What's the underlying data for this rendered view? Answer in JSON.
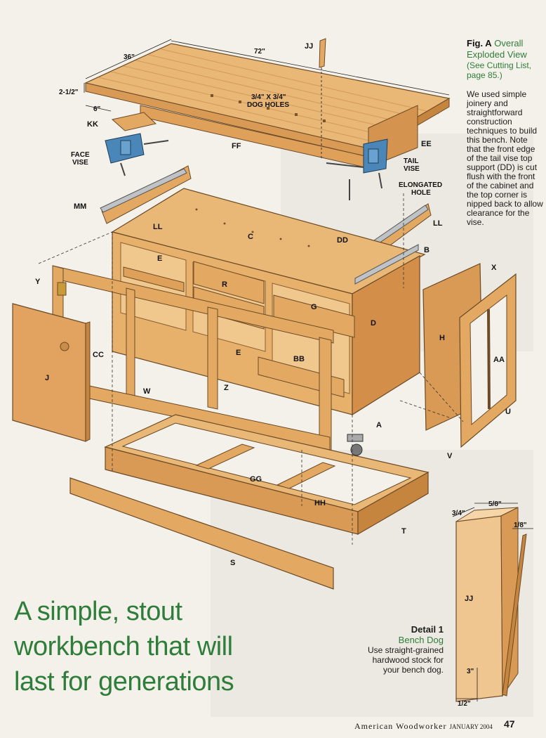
{
  "figure": {
    "fig_label": "Fig. A",
    "fig_title": "Overall Exploded View",
    "fig_ref": "(See Cutting List, page 85.)",
    "description": "We used simple joinery and straightforward construction techniques to build this bench. Note that the front edge of the tail vise top support (DD) is cut flush with the front of the cabinet and the top corner is nipped back to allow clearance for the vise."
  },
  "headline": {
    "line1": "A simple, stout",
    "line2": "workbench that will",
    "line3": "last for generations"
  },
  "detail": {
    "title": "Detail 1",
    "subtitle": "Bench Dog",
    "text": "Use straight-grained hardwood stock for your bench dog."
  },
  "footer": {
    "magazine": "American Woodworker",
    "issue": "JANUARY 2004",
    "page": "47"
  },
  "labels": {
    "dim_72": "72\"",
    "dim_36": "36\"",
    "dim_2_5": "2-1/2\"",
    "dim_6": "6\"",
    "dog_holes_1": "3/4\" X 3/4\"",
    "dog_holes_2": "DOG HOLES",
    "jj": "JJ",
    "kk": "KK",
    "ff": "FF",
    "ee": "EE",
    "face_vise_1": "FACE",
    "face_vise_2": "VISE",
    "tail_vise_1": "TAIL",
    "tail_vise_2": "VISE",
    "elongated_1": "ELONGATED",
    "elongated_2": "HOLE",
    "mm": "MM",
    "ll_left": "LL",
    "ll_right": "LL",
    "c": "C",
    "dd": "DD",
    "b": "B",
    "e_top": "E",
    "r": "R",
    "g": "G",
    "y": "Y",
    "d": "D",
    "h": "H",
    "x": "X",
    "aa": "AA",
    "cc": "CC",
    "e_bottom": "E",
    "bb": "BB",
    "j": "J",
    "w": "W",
    "z": "Z",
    "u": "U",
    "a": "A",
    "v": "V",
    "gg": "GG",
    "hh": "HH",
    "t": "T",
    "s": "S",
    "jj_detail": "JJ",
    "det_3_4": "3/4\"",
    "det_5_8": "5/8\"",
    "det_1_8": "1/8\"",
    "det_3": "3\"",
    "det_1_2": "1/2\""
  },
  "colors": {
    "accent_green": "#2f7d3a",
    "wood_light": "#e9b776",
    "wood_mid": "#d99a55",
    "wood_dark": "#b8763a",
    "paper": "#f4f1ea"
  }
}
